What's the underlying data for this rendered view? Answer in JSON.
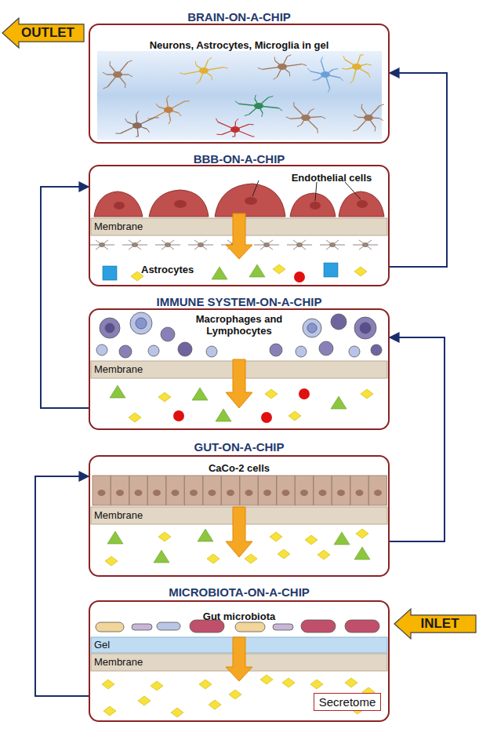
{
  "diagram": {
    "nodes": [
      {
        "text": [
          "BRAIN-ON-A-CHIP",
          "Neurons, Astrocytes, Microglia in gel"
        ]
      },
      {
        "text": [
          "OUTLET"
        ]
      },
      {
        "text": [
          "BBB-ON-A-CHIP",
          "Endothelial cells"
        ]
      },
      {
        "text": [
          "IMMUNE SYSTEM-ON-A-CHIP",
          "Macrophages and Lymphocytes"
        ]
      },
      {
        "text": [
          "GUT-ON-A-CHIP",
          "CaCo-2 cells"
        ]
      },
      {
        "text": [
          "MICROBIOTA-ON-A-CHIP",
          "Gut microbiota"
        ]
      },
      {
        "text": [
          "Secretome"
        ],
        "in": 5
      },
      {
        "text": [
          "INLET"
        ]
      }
    ],
    "edges": [
      {
        "from": 5,
        "to": 4,
        "arrow": "to"
      },
      {
        "from": 4,
        "to": 3,
        "arrow": "to"
      },
      {
        "from": 3,
        "to": 2,
        "arrow": "to"
      },
      {
        "from": 2,
        "to": 0,
        "arrow": "to"
      }
    ],
    "labels": [
      "Membrane",
      "Astrocytes",
      "Membrane",
      "Membrane",
      "Gel",
      "Membrane"
    ]
  }
}
